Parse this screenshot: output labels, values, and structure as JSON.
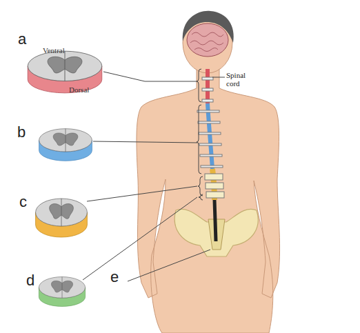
{
  "diagram": {
    "nodes": [
      {
        "text": [
          "a",
          "Ventral",
          "Dorsal"
        ]
      },
      {
        "text": [
          "b"
        ]
      },
      {
        "text": [
          "c"
        ]
      },
      {
        "text": [
          "d"
        ]
      }
    ],
    "labels": [
      "Spinal cord",
      "e"
    ]
  }
}
